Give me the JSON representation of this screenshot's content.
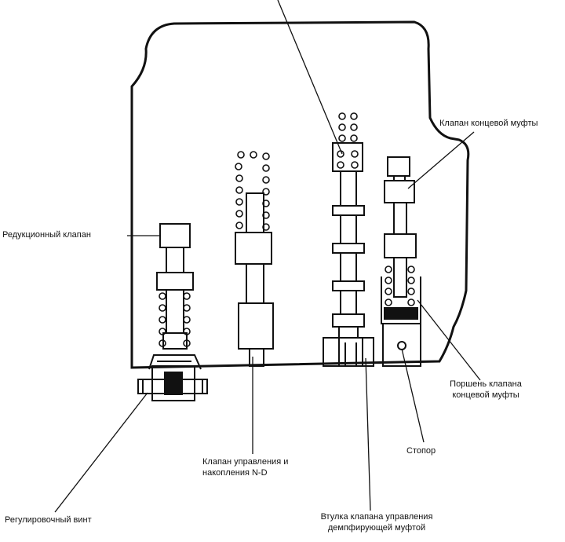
{
  "labels": {
    "reduction_valve": "Редукционный клапан",
    "end_clutch_valve": "Клапан концевой муфты",
    "end_clutch_piston_l1": "Поршень клапана",
    "end_clutch_piston_l2": "концевой муфты",
    "stopper": "Стопор",
    "nd_control_l1": "Клапан управления и",
    "nd_control_l2": "накопления N-D",
    "adjust_screw": "Регулировочный винт",
    "damper_sleeve_l1": "Втулка клапана управления",
    "damper_sleeve_l2": "демпфирующей муфтой"
  },
  "colors": {
    "ink": "#111111",
    "paper": "#ffffff"
  }
}
